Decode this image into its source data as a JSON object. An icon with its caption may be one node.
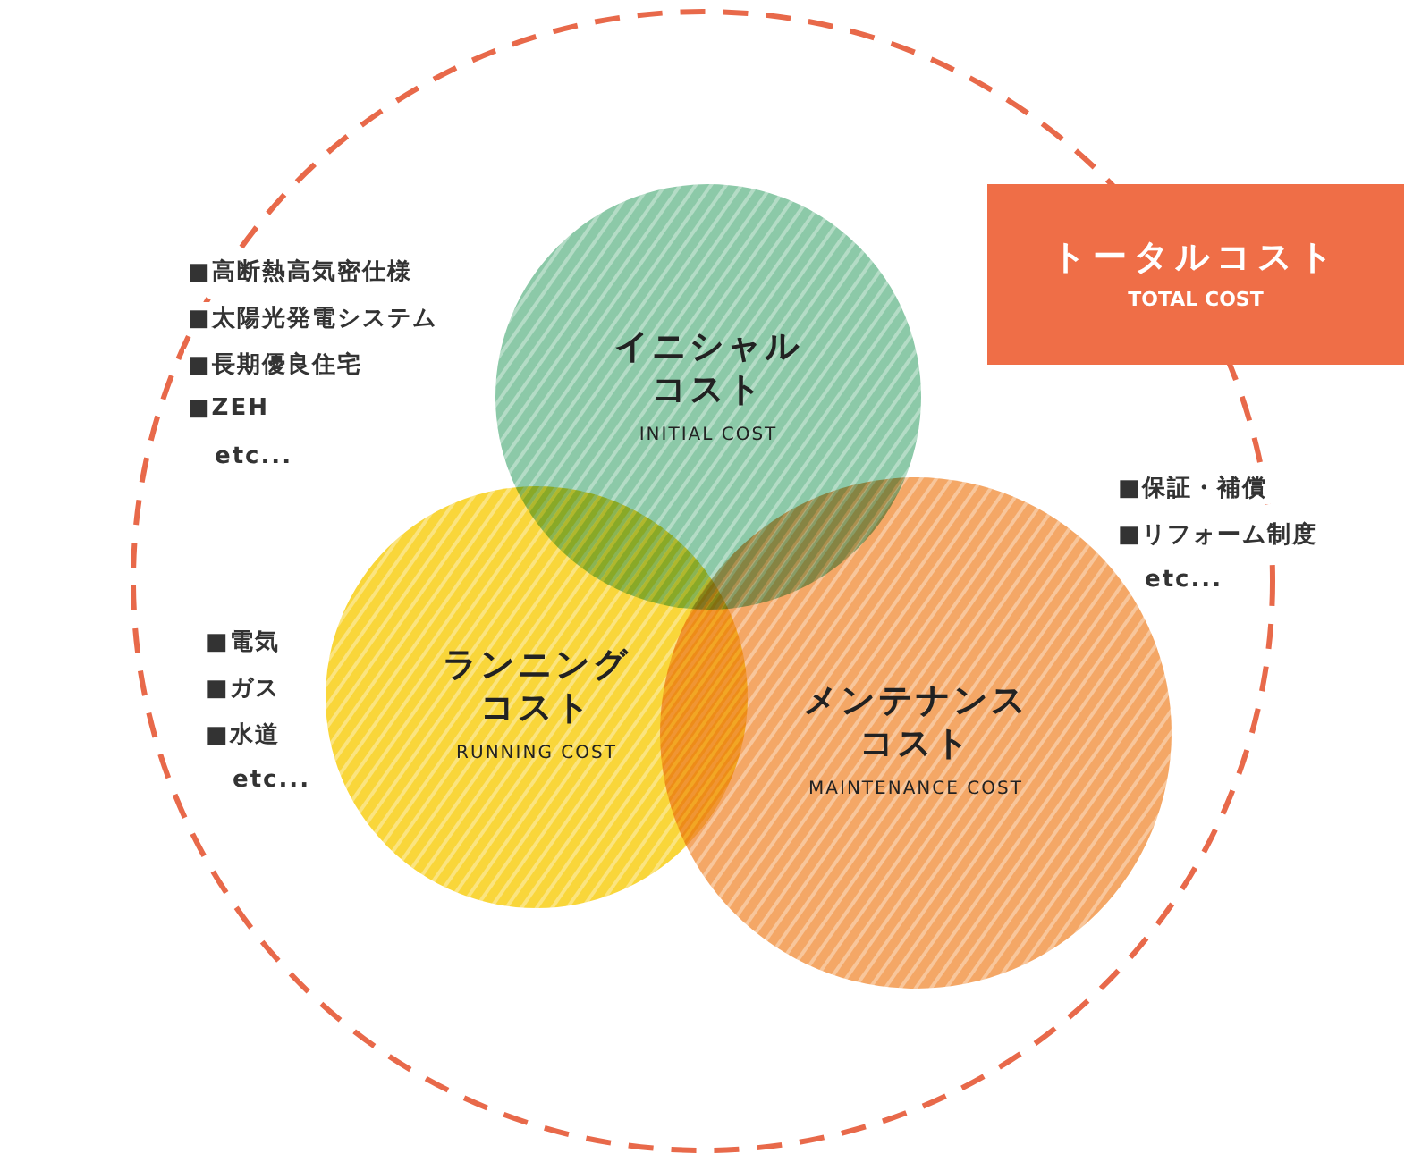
{
  "diagram": {
    "nodes": [
      {
        "text": [],
        "shape": "circle"
      },
      {
        "text": [
          "トータルコスト",
          "TOTAL COST"
        ]
      },
      {
        "text": [
          "イニシャルコスト",
          "INITIAL COST"
        ],
        "in": 0
      },
      {
        "text": [
          "ランニングコスト",
          "RUNNING COST"
        ],
        "in": 0
      },
      {
        "text": [
          "メンテナンスコスト",
          "MAINTENANCE COST"
        ],
        "in": 0
      }
    ],
    "labels": [
      "■高断熱高気密仕様",
      "■太陽光発電システム",
      "■長期優良住宅",
      "■ZEH",
      "etc...",
      "■保証・補償",
      "■リフォーム制度",
      "etc...",
      "■電気",
      "■ガス",
      "■水道",
      "etc..."
    ]
  }
}
